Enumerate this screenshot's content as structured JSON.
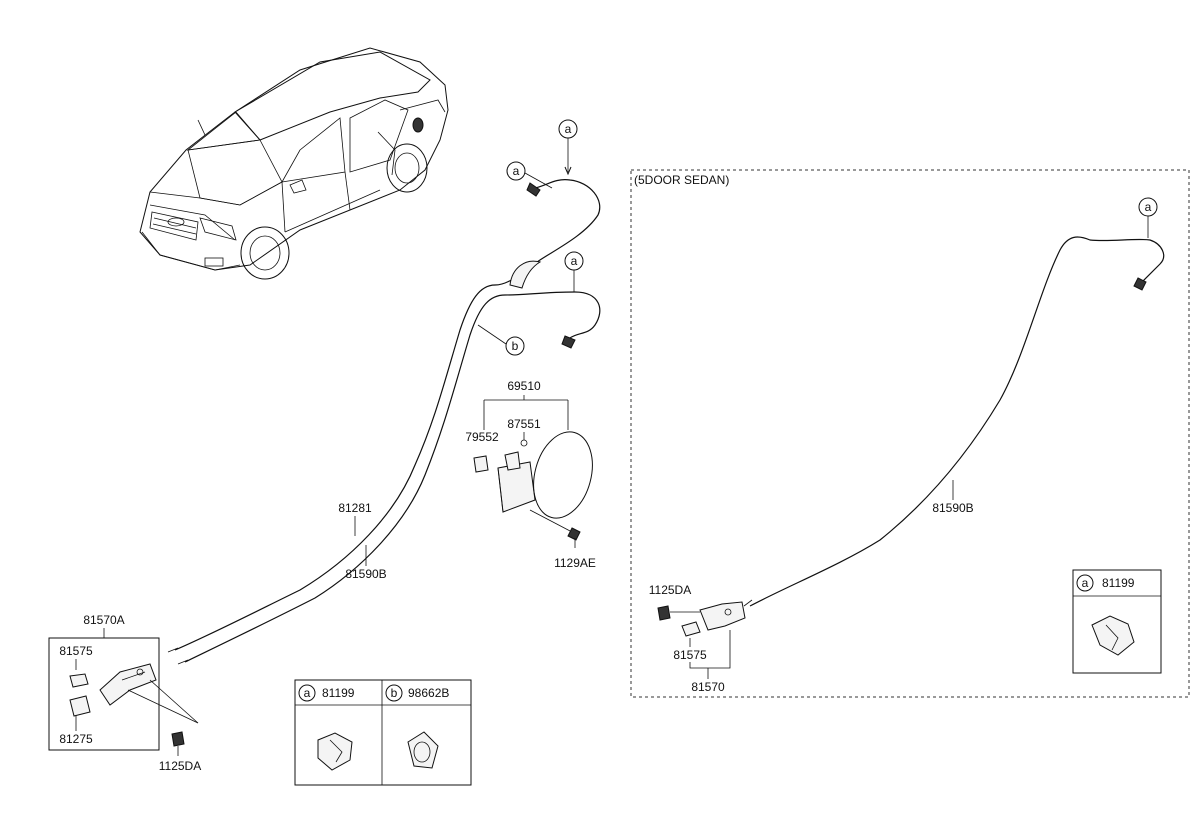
{
  "section_label": "(5DOOR SEDAN)",
  "callout_letters": {
    "a": "a",
    "b": "b"
  },
  "left_labels": {
    "p69510": "69510",
    "p87551": "87551",
    "p79552": "79552",
    "p81281": "81281",
    "p81590B": "81590B",
    "p1129AE": "1129AE",
    "p81570A": "81570A",
    "p81575": "81575",
    "p81275": "81275",
    "p1125DA": "1125DA"
  },
  "right_labels": {
    "p81590B": "81590B",
    "p1125DA": "1125DA",
    "p81575": "81575",
    "p81570": "81570"
  },
  "legend_left": [
    {
      "letter": "a",
      "part": "81199"
    },
    {
      "letter": "b",
      "part": "98662B"
    }
  ],
  "legend_right": [
    {
      "letter": "a",
      "part": "81199"
    }
  ]
}
